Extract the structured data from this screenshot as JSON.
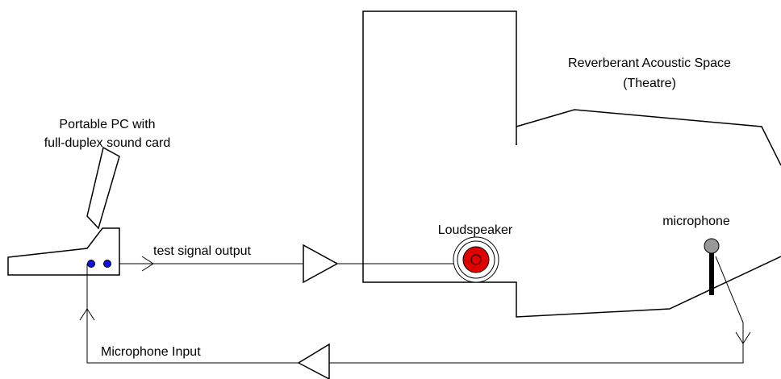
{
  "diagram": {
    "room_title": "Reverberant Acoustic Space",
    "room_subtitle": "(Theatre)",
    "pc_label_line1": "Portable PC with",
    "pc_label_line2": "full-duplex sound card",
    "output_label": "test signal output",
    "speaker_label": "Loudspeaker",
    "mic_label": "microphone",
    "input_label": "Microphone Input",
    "colors": {
      "line": "#000000",
      "jack": "#1010e0",
      "speaker": "#e00000",
      "mic_head": "#999999"
    }
  }
}
